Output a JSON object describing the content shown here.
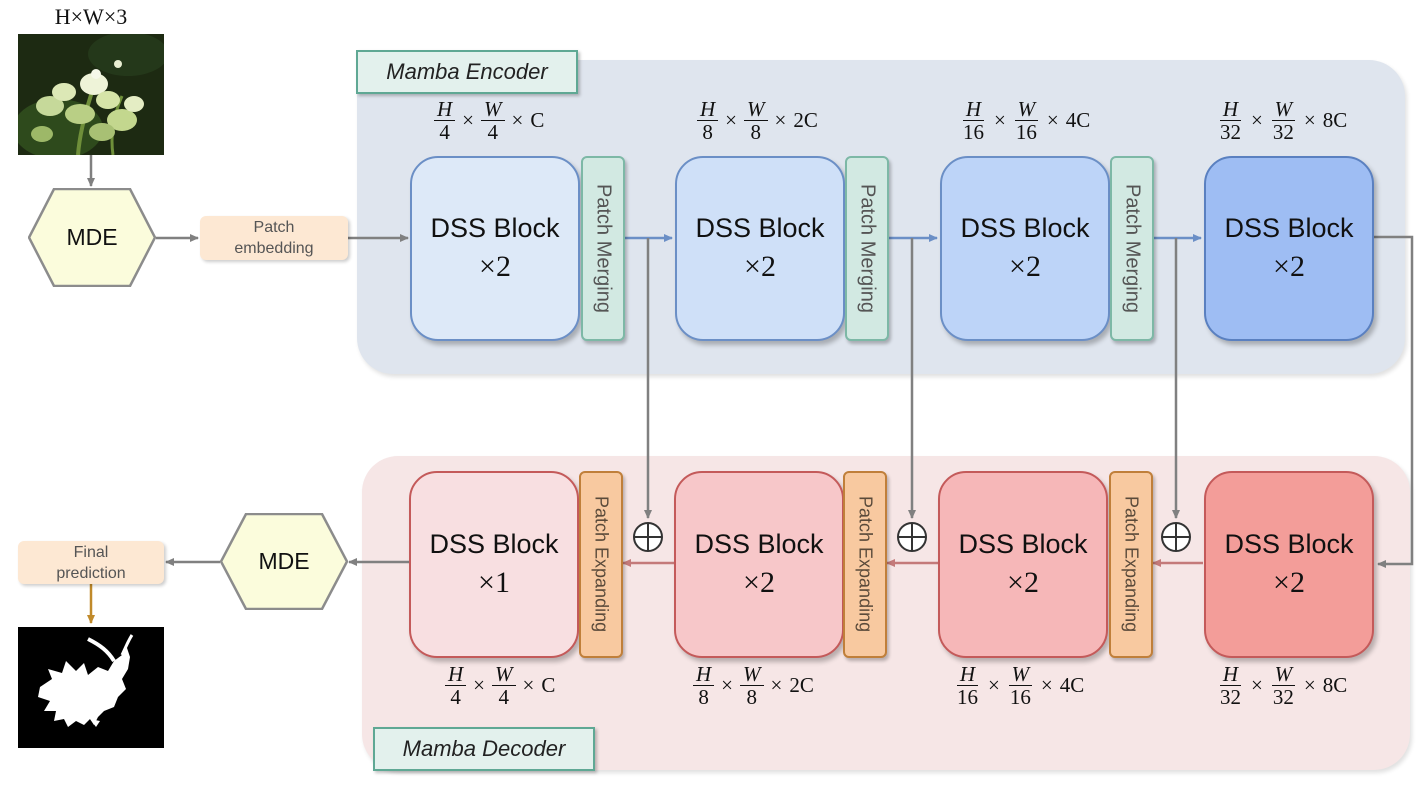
{
  "input": {
    "dims_label": "H×W×3",
    "image": "flower-photo"
  },
  "output": {
    "image": "segmentation-mask",
    "label_line1": "Final",
    "label_line2": "prediction"
  },
  "mde_label": "MDE",
  "patch_embedding": {
    "line1": "Patch",
    "line2": "embedding"
  },
  "encoder": {
    "title": "Mamba Encoder",
    "merge_label": "Patch Merging",
    "blocks": [
      {
        "label": "DSS Block",
        "repeat": "×2",
        "dims": {
          "h_num": "H",
          "h_den": "4",
          "w_num": "W",
          "w_den": "4",
          "times": "×",
          "ch": "C"
        }
      },
      {
        "label": "DSS Block",
        "repeat": "×2",
        "dims": {
          "h_num": "H",
          "h_den": "8",
          "w_num": "W",
          "w_den": "8",
          "times": "×",
          "ch": "2C"
        }
      },
      {
        "label": "DSS Block",
        "repeat": "×2",
        "dims": {
          "h_num": "H",
          "h_den": "16",
          "w_num": "W",
          "w_den": "16",
          "times": "×",
          "ch": "4C"
        }
      },
      {
        "label": "DSS Block",
        "repeat": "×2",
        "dims": {
          "h_num": "H",
          "h_den": "32",
          "w_num": "W",
          "w_den": "32",
          "times": "×",
          "ch": "8C"
        }
      }
    ]
  },
  "decoder": {
    "title": "Mamba Decoder",
    "expand_label": "Patch Expanding",
    "blocks": [
      {
        "label": "DSS Block",
        "repeat": "×1",
        "dims": {
          "h_num": "H",
          "h_den": "4",
          "w_num": "W",
          "w_den": "4",
          "times": "×",
          "ch": "C"
        }
      },
      {
        "label": "DSS Block",
        "repeat": "×2",
        "dims": {
          "h_num": "H",
          "h_den": "8",
          "w_num": "W",
          "w_den": "8",
          "times": "×",
          "ch": "2C"
        }
      },
      {
        "label": "DSS Block",
        "repeat": "×2",
        "dims": {
          "h_num": "H",
          "h_den": "16",
          "w_num": "W",
          "w_den": "16",
          "times": "×",
          "ch": "4C"
        }
      },
      {
        "label": "DSS Block",
        "repeat": "×2",
        "dims": {
          "h_num": "H",
          "h_den": "32",
          "w_num": "W",
          "w_den": "32",
          "times": "×",
          "ch": "8C"
        }
      }
    ]
  },
  "colors": {
    "arrow_gray": "#808080",
    "arrow_blue": "#6b8fc6",
    "arrow_red": "#c47a7a",
    "arrow_orange": "#c08a2a",
    "mde_fill": "#fbfcdc"
  }
}
